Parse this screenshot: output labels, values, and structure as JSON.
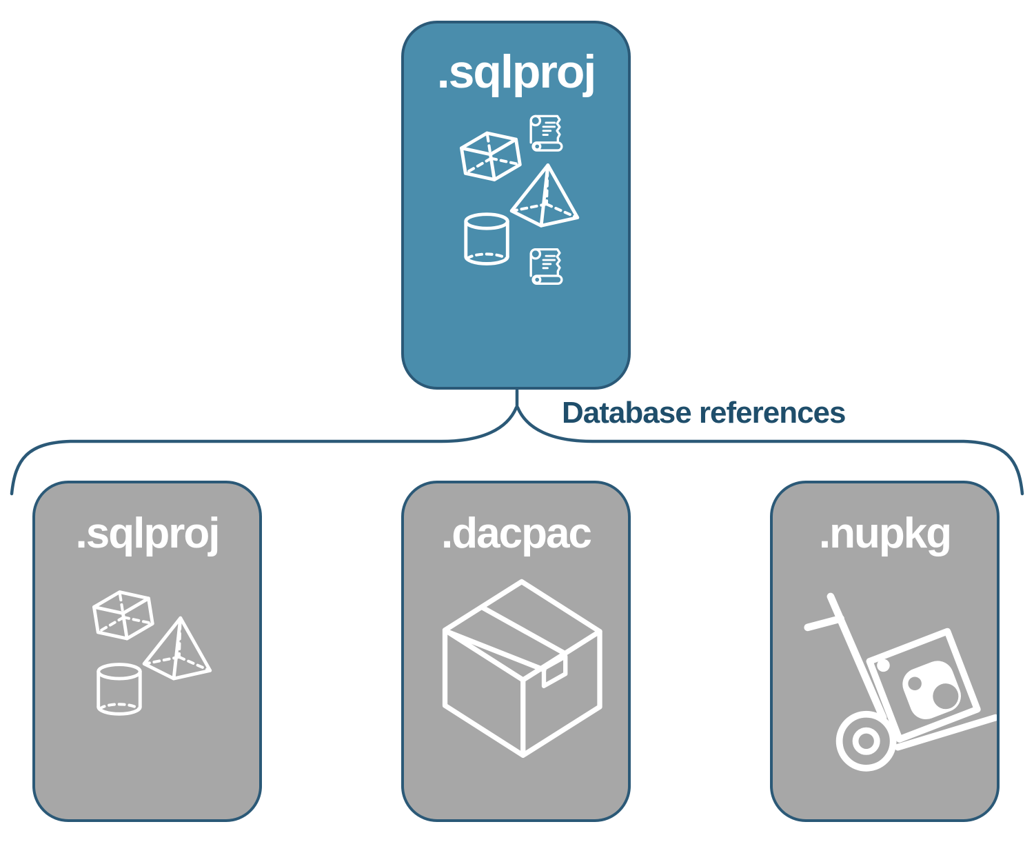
{
  "diagram": {
    "root_box": {
      "label": ".sqlproj",
      "icons": [
        "cube-icon",
        "scroll-icon",
        "pyramid-icon",
        "cylinder-icon",
        "scroll-icon"
      ]
    },
    "connector": {
      "label": "Database references"
    },
    "child_boxes": [
      {
        "id": "sqlproj",
        "label": ".sqlproj",
        "icons": [
          "cube-icon",
          "pyramid-icon",
          "cylinder-icon"
        ]
      },
      {
        "id": "dacpac",
        "label": ".dacpac",
        "icons": [
          "package-box-icon"
        ]
      },
      {
        "id": "nupkg",
        "label": ".nupkg",
        "icons": [
          "hand-truck-nuget-icon"
        ]
      }
    ],
    "colors": {
      "accent_teal": "#4a8dac",
      "box_gray": "#a7a7a7",
      "line_navy": "#2b5977",
      "text_navy": "#1f4e6b",
      "icon_white": "#ffffff"
    }
  }
}
